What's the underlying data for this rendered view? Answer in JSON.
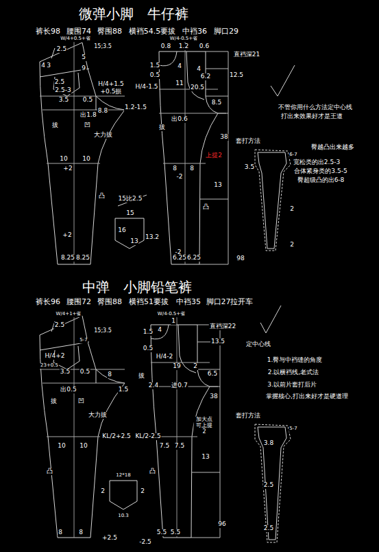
{
  "diagram": {
    "title": "微弹小脚　牛仔裤",
    "labels": [
      "裤长98",
      "腰围74",
      "臀围88",
      "横裆54.5要拔",
      "中裆36",
      "脚口29",
      "W/4+0.5+省",
      "W/4-0.5+省",
      "2.5",
      "4",
      "3",
      "5",
      "9",
      "15;3.5",
      "H/4+1.5",
      "+0.5损",
      "2.5",
      "2.5-3",
      "3.5",
      "0.5",
      "出1.8",
      "8.8",
      "1.2-1.5",
      "拔",
      "凹",
      "大力拔",
      "10",
      "10",
      "+2",
      "凸",
      "+2",
      "8.25",
      "8.25",
      "0.8",
      "1.2",
      "0.6",
      "直裆深21",
      "1.5",
      "0.5",
      "4",
      "4",
      "6.2",
      "12.5",
      "H/4-1.5",
      "11",
      "20.5",
      "8.5",
      "拔",
      "出0.6",
      "38",
      "8",
      "8",
      "-2",
      "上提2",
      "13",
      "凸",
      "-2",
      "6.25",
      "6.25",
      "98",
      "15比2.5",
      "15",
      "16",
      "13",
      "13.2",
      "不管你用什么方法定中心线",
      "打出来效果好才是王道",
      "套打方法",
      "臀越凸出来越多",
      "6-7",
      "3.5",
      "宽松类的出2.5-3",
      "合体紧身类的3.5-5",
      "臀超级凸的出6-8",
      "2",
      "2",
      "中弹　小脚铅笔裤",
      "裤长96",
      "腰围72",
      "臀围88",
      "横裆51要拔",
      "中裆35",
      "脚口27拉开车",
      "W/4+1+省",
      "W/4-0.5+省",
      "2.5",
      "15;3.5",
      "5-7",
      "H/4+2",
      "23+0.5",
      "3.5",
      "0.5",
      "8",
      "出0.5",
      "1.5",
      "拔",
      "凹",
      "大力拔",
      "KL/2+2.5",
      "10",
      "10",
      "凸",
      "12*18",
      "2",
      "10.3",
      "2",
      "8",
      "8",
      "+2.5",
      "1",
      "4",
      "1.5",
      "0.5",
      "直裆深22",
      "13.5",
      "H/4-2",
      "19",
      "2",
      "进0.7",
      "2.4",
      "6.5",
      "拔",
      "38",
      "KL/2-2.5",
      "加大点 可上提2",
      "7.5",
      "7.5",
      "13",
      "凸",
      "5.5",
      "5.5",
      "-2.5",
      "96",
      "定中心线",
      "1.臀与中裆缝的角度",
      "2.以横裆线,老式法",
      "3.以前片套打后片",
      "掌握核心,打出来好才是硬道理",
      "套打方法",
      "5-7",
      "3.8",
      "2.5",
      "2.5"
    ]
  }
}
